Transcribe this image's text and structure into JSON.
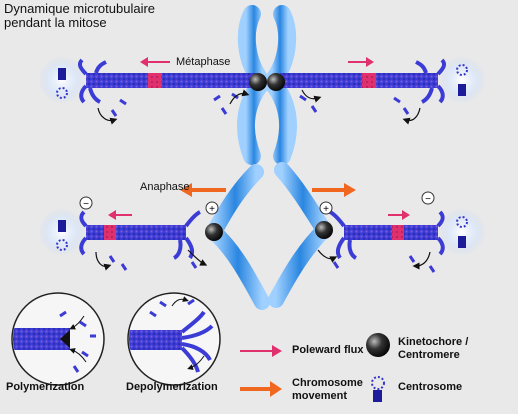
{
  "title": [
    "Dynamique microtubulaire",
    "pendant la mitose"
  ],
  "phases": {
    "metaphase": "Métaphase",
    "anaphase": "Anaphase"
  },
  "captions": {
    "poly": "Polymerization",
    "depoly": "Depolymerization"
  },
  "legend": {
    "flux": "Poleward flux",
    "movement": [
      "Chromosome",
      "movement"
    ],
    "kinetochore": [
      "Kinetochore /",
      "Centromere"
    ],
    "centrosome": "Centrosome"
  },
  "signs": {
    "minus": "−",
    "plus": "+"
  },
  "colors": {
    "background": "#e9e9e9",
    "microtubule": "#3a3ad0",
    "flux": "#e0306e",
    "movement": "#f06820",
    "chromosome": "#2f8fe0",
    "kinetochore": "#1a1a1a"
  }
}
